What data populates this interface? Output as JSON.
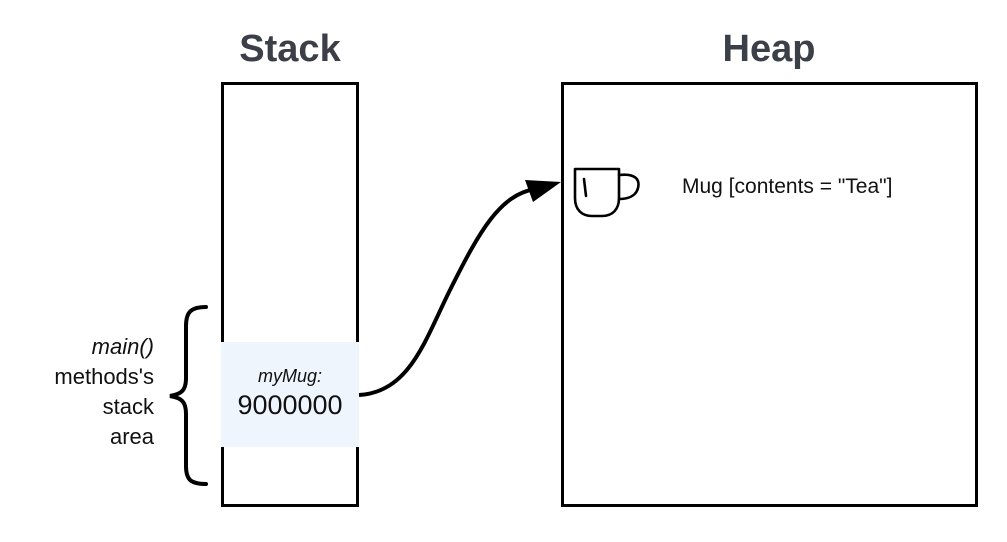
{
  "stack": {
    "title": "Stack",
    "frame": {
      "variable_name": "myMug:",
      "value": "9000000",
      "highlight_color": "#eef5fd"
    },
    "brace_label": {
      "line1": "main()",
      "line2": "methods's",
      "line3": "stack",
      "line4": "area"
    }
  },
  "heap": {
    "title": "Heap",
    "object": {
      "icon": "mug-icon",
      "label": "Mug [contents = \"Tea\"]"
    }
  },
  "arrow": {
    "from": "stack.frame.value",
    "to": "heap.object"
  },
  "colors": {
    "title_text": "#3a3f48",
    "border": "#000000"
  }
}
